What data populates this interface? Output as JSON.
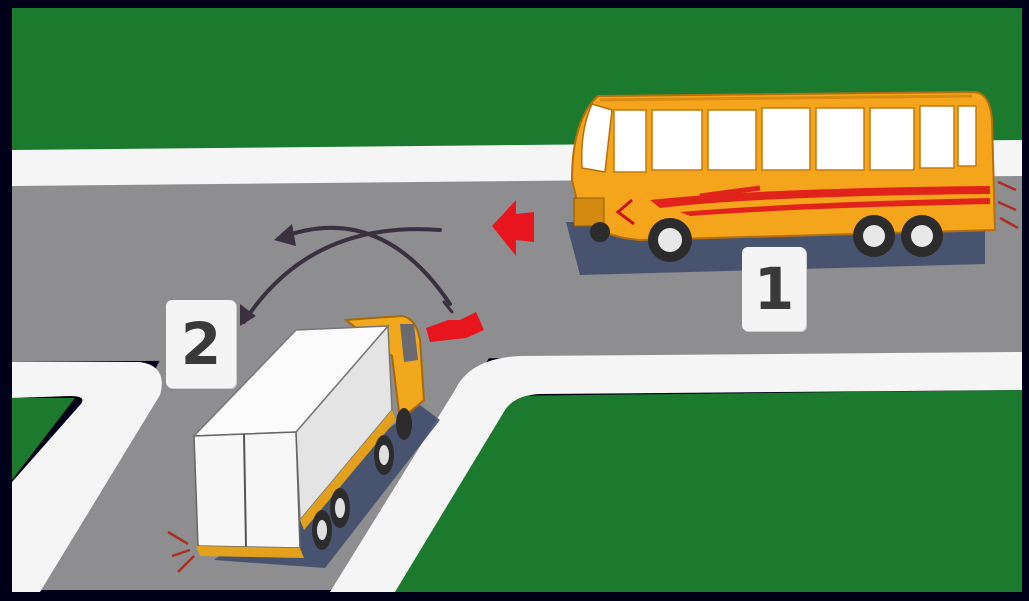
{
  "scene": {
    "colors": {
      "frame": "#000018",
      "grass": "#1b7a2e",
      "road": "#8e8e90",
      "sidewalk": "#f5f5f5",
      "bus_body": "#f4a51c",
      "bus_stripe": "#e0241b",
      "truck_cab": "#f2a81d",
      "truck_box": "#f7f7f7",
      "signal_arrow": "#e8141e",
      "path_arrow": "#3a3040"
    },
    "vehicles": [
      {
        "id": "1",
        "label": "1",
        "kind": "bus"
      },
      {
        "id": "2",
        "label": "2",
        "kind": "truck"
      }
    ],
    "icons": {
      "bus_direction": "arrow-left-icon",
      "truck_turn_signal": "arrow-right-icon",
      "truck_paths": "crossing-curved-arrows-icon"
    }
  }
}
